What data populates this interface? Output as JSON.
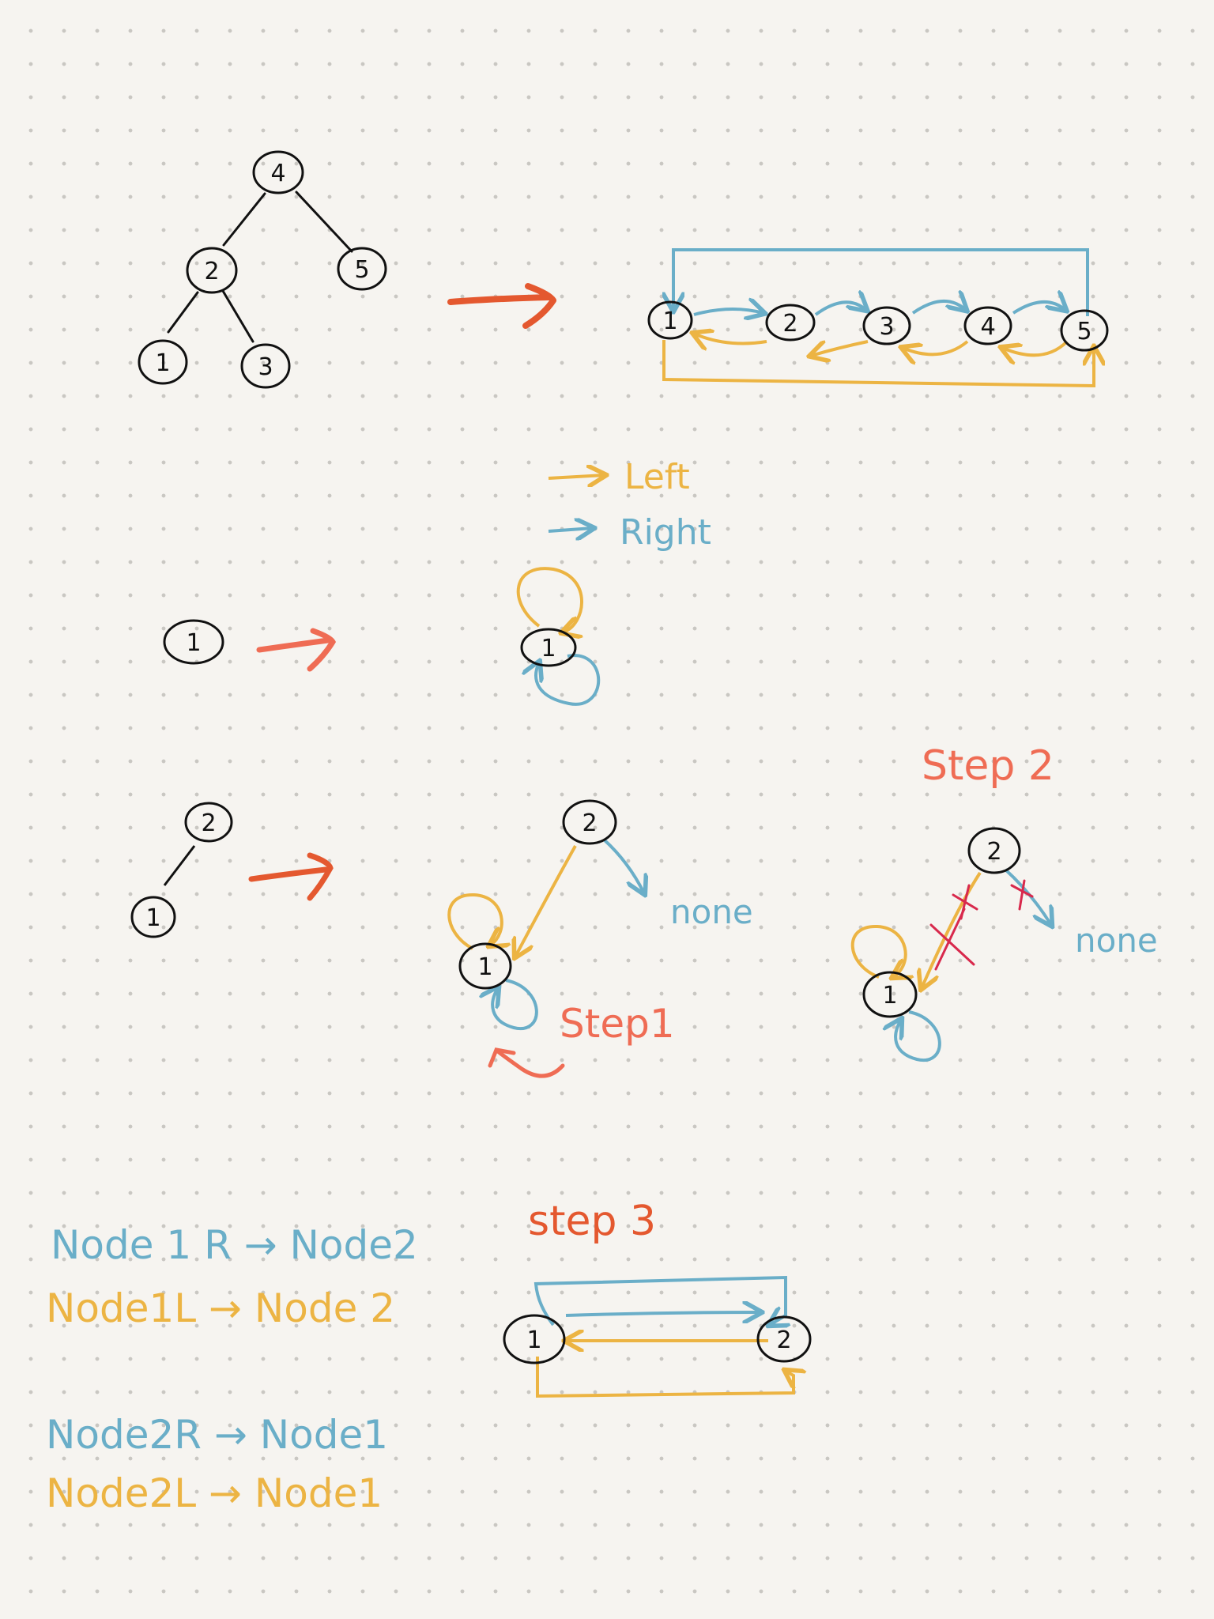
{
  "colors": {
    "ink": "#111111",
    "left": "#ecb443",
    "right": "#6aaec8",
    "red": "#e4582f",
    "salmon": "#ef6c54",
    "cross": "#d8294c",
    "background": "#f6f4f0",
    "dots": "#c9c7c2"
  },
  "tree": {
    "nodes": [
      "4",
      "2",
      "5",
      "1",
      "3"
    ]
  },
  "list": {
    "nodes": [
      "1",
      "2",
      "3",
      "4",
      "5"
    ]
  },
  "legend": {
    "left": "Left",
    "right": "Right"
  },
  "single": {
    "node": "1"
  },
  "pair": {
    "parent": "2",
    "child": "1"
  },
  "step1": {
    "label": "Step1",
    "none": "none"
  },
  "step2": {
    "label": "Step 2",
    "none": "none"
  },
  "step3": {
    "label": "step 3",
    "node_a": "1",
    "node_b": "2"
  },
  "notes": [
    {
      "text": "Node 1 R → Node2",
      "color": "right"
    },
    {
      "text": "Node1L → Node 2",
      "color": "left"
    },
    {
      "text": "Node2R → Node1",
      "color": "right"
    },
    {
      "text": "Node2L → Node1",
      "color": "left"
    }
  ]
}
